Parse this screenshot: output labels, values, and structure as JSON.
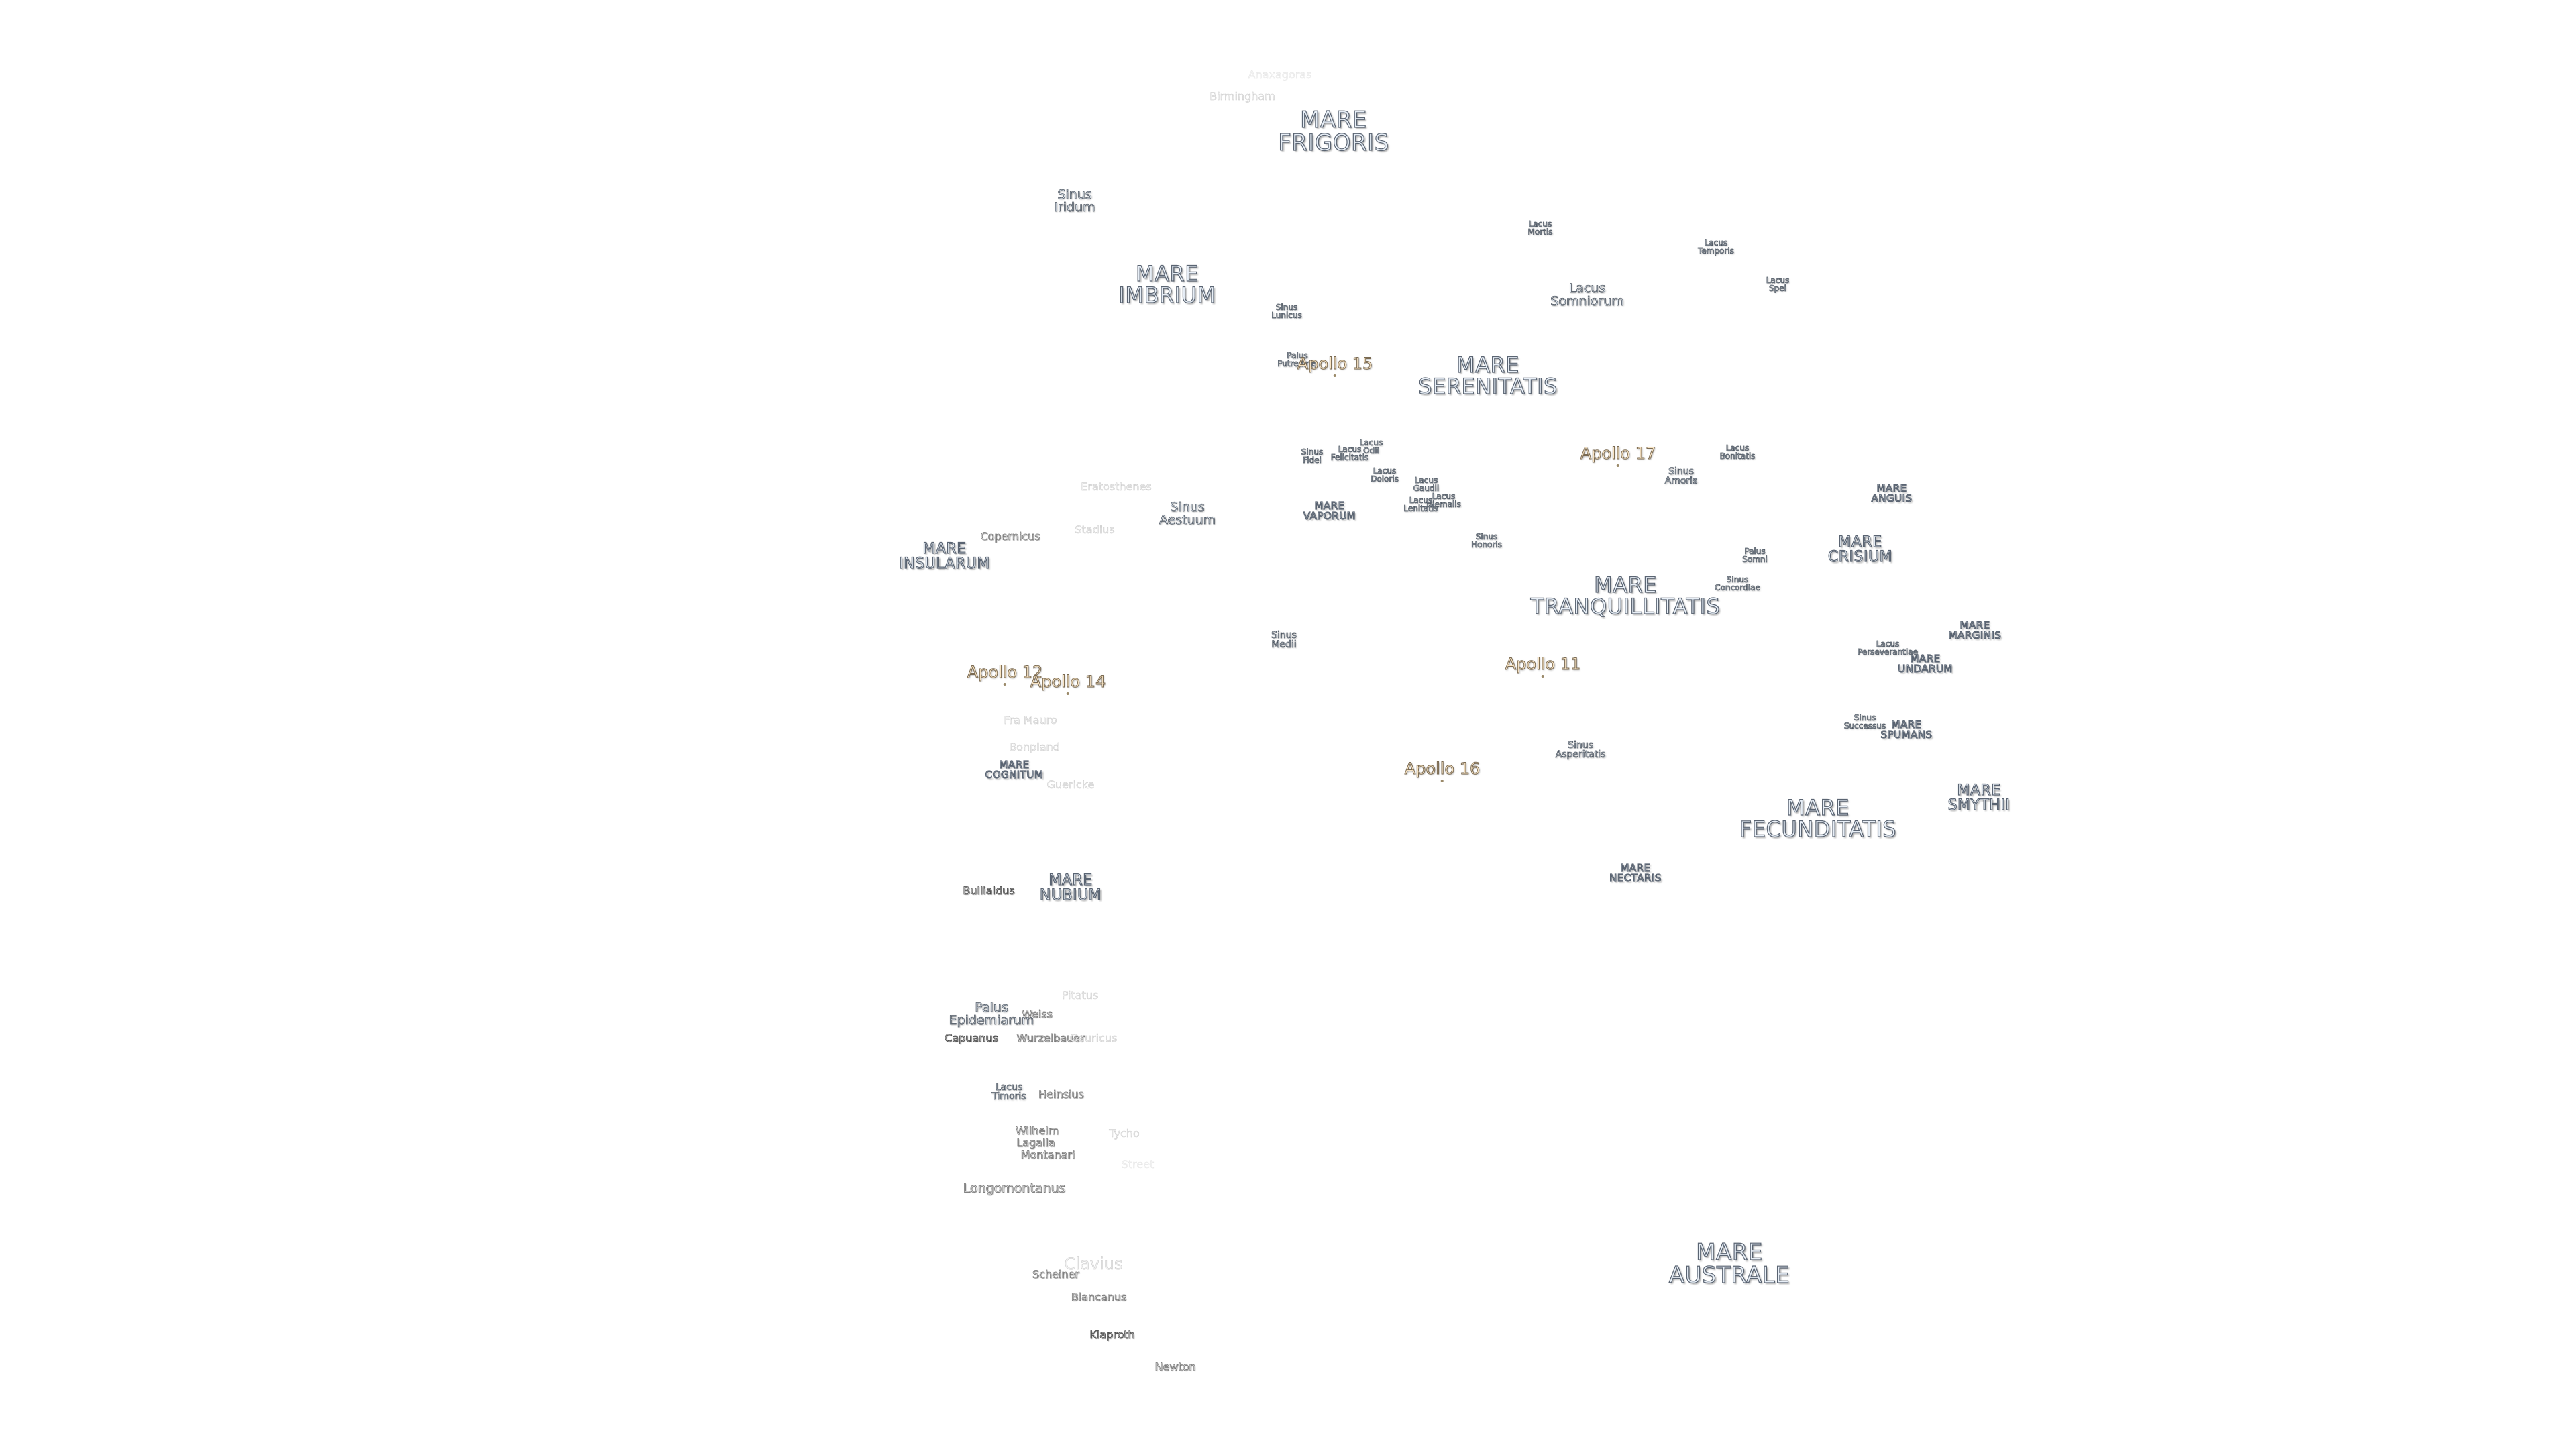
{
  "map": {
    "maria": {
      "frigoris": "MARE\nFRIGORIS",
      "imbrium": "MARE\nIMBRIUM",
      "serenitatis": "MARE\nSERENITATIS",
      "vaporum": "MARE\nVAPORUM",
      "insularum": "MARE\nINSULARUM",
      "tranquillitatis": "MARE\nTRANQUILLITATIS",
      "crisium": "MARE\nCRISIUM",
      "anguis": "MARE\nANGUIS",
      "marginis": "MARE\nMARGINIS",
      "undarum": "MARE\nUNDARUM",
      "spumans": "MARE\nSPUMANS",
      "smythii": "MARE\nSMYTHII",
      "fecunditatis": "MARE\nFECUNDITATIS",
      "nectaris": "MARE\nNECTARIS",
      "cognitum": "MARE\nCOGNITUM",
      "nubium": "MARE\nNUBIUM",
      "australe": "MARE\nAUSTRALE"
    },
    "features": {
      "sinus_iridum": "Sinus\nIridum",
      "lacus_mortis": "Lacus\nMortis",
      "lacus_temporis": "Lacus\nTemporis",
      "lacus_spei": "Lacus\nSpei",
      "lacus_somniorum": "Lacus\nSomniorum",
      "sinus_lunicus": "Sinus\nLunicus",
      "palus_putredinis": "Palus\nPutredinis",
      "sinus_fidei": "Sinus\nFidei",
      "lacus_felicitatis": "Lacus\nFelicitatis",
      "lacus_odii": "Lacus\nOdii",
      "lacus_doloris": "Lacus\nDoloris",
      "lacus_gaudii": "Lacus\nGaudii",
      "lacus_hiemalis": "Lacus\nHiemalis",
      "lacus_lenitatis": "Lacus\nLenitatis",
      "sinus_honoris": "Sinus\nHonoris",
      "lacus_bonitatis": "Lacus\nBonitatis",
      "sinus_amoris": "Sinus\nAmoris",
      "palus_somni": "Palus\nSomni",
      "sinus_concordiae": "Sinus\nConcordiae",
      "sinus_aestuum": "Sinus\nAestuum",
      "sinus_medii": "Sinus\nMedii",
      "lacus_perseverantiae": "Lacus\nPerseverantiae",
      "sinus_successus": "Sinus\nSuccessus",
      "sinus_asperitatis": "Sinus\nAsperitatis",
      "palus_epidemiarum": "Palus\nEpidemiarum",
      "lacus_timoris": "Lacus\nTimoris"
    },
    "apollo": {
      "a11": "Apollo 11",
      "a12": "Apollo 12",
      "a14": "Apollo 14",
      "a15": "Apollo 15",
      "a16": "Apollo 16",
      "a17": "Apollo 17"
    },
    "craters": {
      "anaxagoras": "Anaxagoras",
      "birmingham": "Birmingham",
      "eratosthenes": "Eratosthenes",
      "copernicus": "Copernicus",
      "stadius": "Stadius",
      "fra_mauro": "Fra Mauro",
      "bonpland": "Bonpland",
      "guericke": "Guericke",
      "bullialdus": "Bullialdus",
      "pitatus": "Pitatus",
      "weiss": "Weiss",
      "capuanus": "Capuanus",
      "wurzelbauer": "Wurzelbauer",
      "gauricus": "Gauricus",
      "heinsius": "Heinsius",
      "wilhelm": "Wilhelm",
      "lagalla": "Lagalla",
      "montanari": "Montanari",
      "tycho": "Tycho",
      "street": "Street",
      "longomontanus": "Longomontanus",
      "clavius": "Clavius",
      "scheiner": "Scheiner",
      "blancanus": "Blancanus",
      "klaproth": "Klaproth",
      "newton": "Newton"
    }
  }
}
